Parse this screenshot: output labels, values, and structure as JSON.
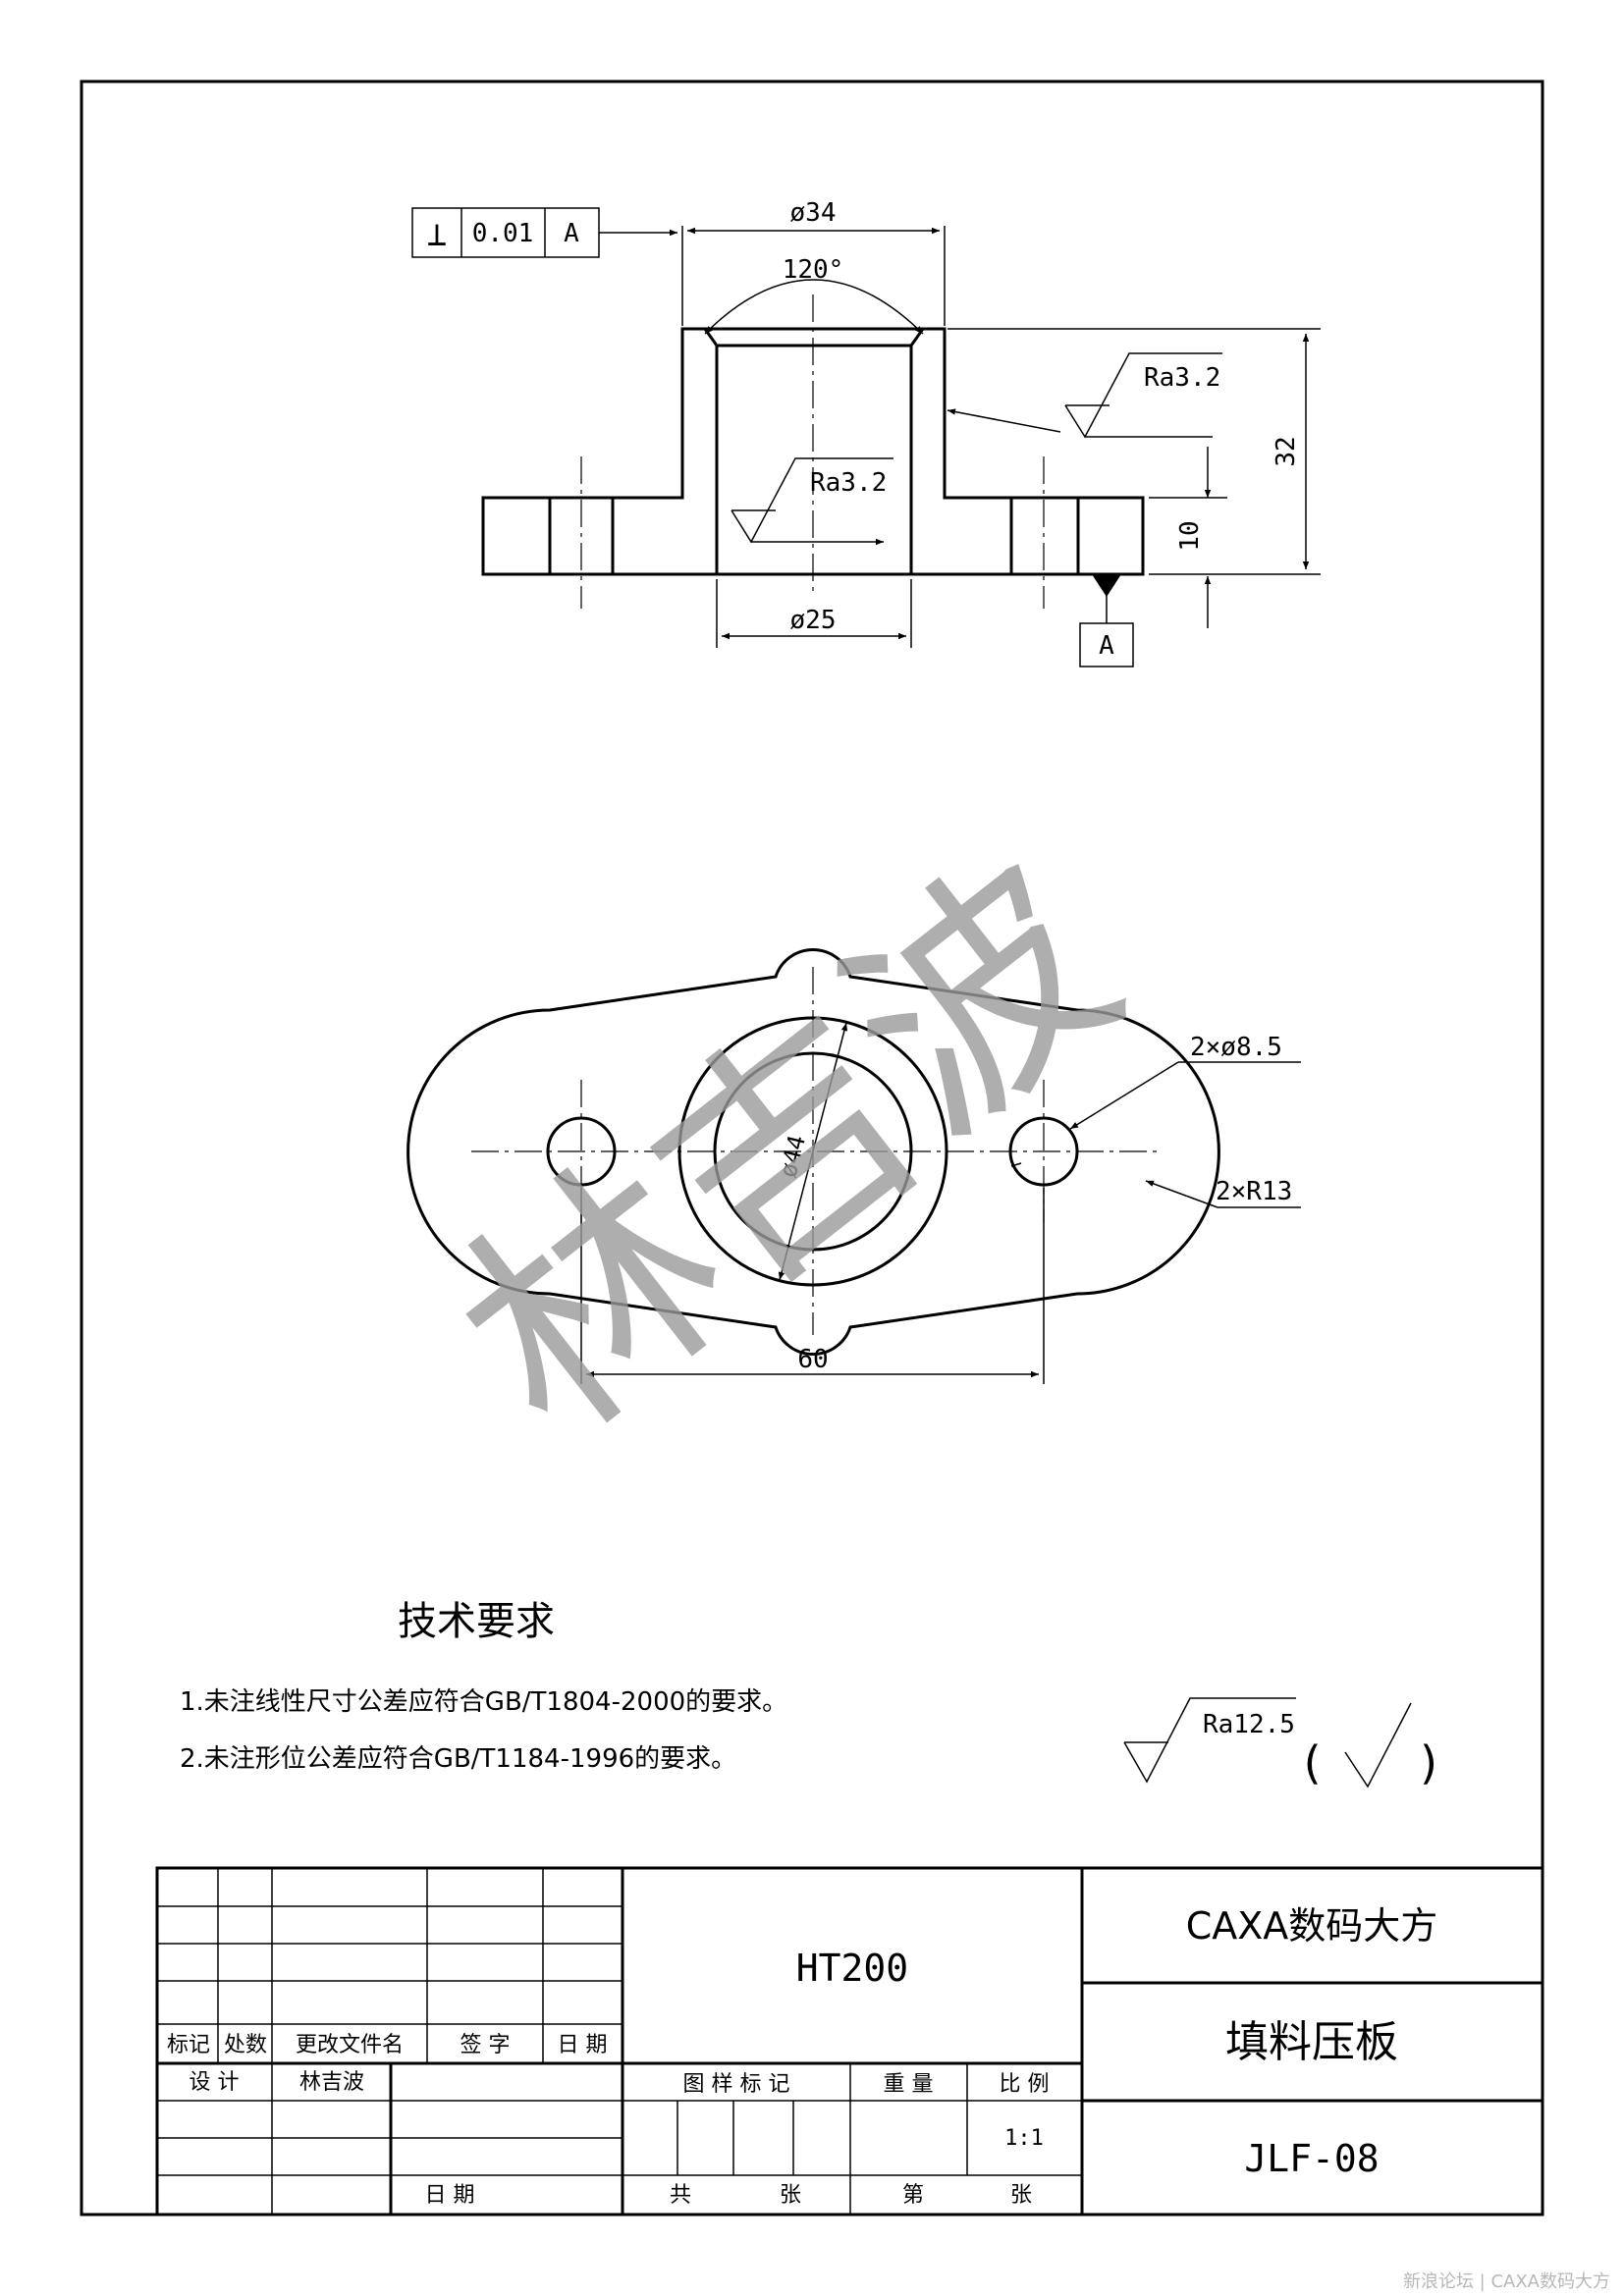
{
  "drawing": {
    "tolerance_frame": {
      "symbol": "⊥",
      "value": "0.01",
      "datum": "A"
    },
    "dims": {
      "top_diameter": "ø34",
      "chamfer_angle": "120°",
      "bore_diameter": "ø25",
      "height_total": "32",
      "flange_thickness": "10",
      "outer_diameter": "ø44",
      "hole_spacing": "60",
      "holes": "2×ø8.5",
      "end_radius": "2×R13"
    },
    "roughness": {
      "outer": "Ra3.2",
      "inner": "Ra3.2",
      "general": "Ra12.5"
    },
    "datum_label": "A",
    "watermark": "林吉波"
  },
  "requirements": {
    "title": "技术要求",
    "items": [
      "1.未注线性尺寸公差应符合GB/T1804-2000的要求。",
      "2.未注形位公差应符合GB/T1184-1996的要求。"
    ],
    "general_roughness_open": "(",
    "general_roughness_close": ")"
  },
  "title_block": {
    "material": "HT200",
    "company": "CAXA数码大方",
    "part_name": "填料压板",
    "drawing_no": "JLF-08",
    "rev_headers": [
      "标记",
      "处数",
      "更改文件名",
      "签 字",
      "日 期"
    ],
    "design_label": "设 计",
    "designer": "林吉波",
    "date_label": "日 期",
    "stage_label": "图 样 标 记",
    "weight_label": "重 量",
    "scale_label": "比 例",
    "scale": "1:1",
    "sheets_total_label": "共",
    "sheet_label": "张",
    "sheet_no_label": "第",
    "sheet_label_2": "张"
  },
  "footer": {
    "text": "新浪论坛 | CAXA数码大方"
  }
}
